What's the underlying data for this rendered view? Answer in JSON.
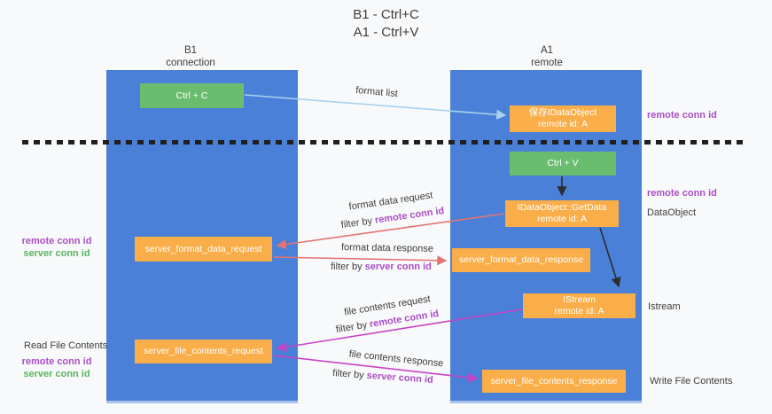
{
  "title": {
    "line1": "B1 - Ctrl+C",
    "line2": "A1 - Ctrl+V"
  },
  "lanes": {
    "left": {
      "name": "B1",
      "sub": "connection"
    },
    "right": {
      "name": "A1",
      "sub": "remote"
    }
  },
  "nodes": {
    "ctrl_c": "Ctrl + C",
    "ctrl_v": "Ctrl + V",
    "save_dataobject": {
      "line1": "保存IDataObject",
      "line2": "remote id: A"
    },
    "getdata": {
      "line1": "IDataObject::GetData",
      "line2": "remote id: A"
    },
    "istream": {
      "line1": "IStream",
      "line2": "remote id: A"
    },
    "server_format_data_request": "server_format_data_request",
    "server_format_data_response": "server_format_data_response",
    "server_file_contents_request": "server_file_contents_request",
    "server_file_contents_response": "server_file_contents_response"
  },
  "side_labels": {
    "right_remote_conn_id_top": "remote conn id",
    "right_remote_conn_id_mid": "remote conn id",
    "right_dataobject": "DataObject",
    "right_istream": "Istream",
    "right_write_file": "Write File Contents",
    "left_remote_conn_id_mid": "remote conn id",
    "left_server_conn_id_mid": "server conn id",
    "left_read_file": "Read File Contents",
    "left_remote_conn_id_bottom": "remote conn id",
    "left_server_conn_id_bottom": "server conn id"
  },
  "arrow_labels": {
    "format_list": "format list",
    "format_data_request": "format data request",
    "format_data_response": "format data response",
    "file_contents_request": "file contents request",
    "file_contents_response": "file contents response",
    "filter_by": "filter by",
    "filter_remote_conn_id": "remote conn id",
    "filter_server_conn_id": "server conn id"
  },
  "colors": {
    "background": "#f8f9fa",
    "lane_blue": "#4a80d8",
    "box_orange": "#f9ae49",
    "box_green": "#6abd6e",
    "label_purple": "#ab4ec4",
    "label_green": "#58b55c",
    "arrow_red": "#e57373",
    "arrow_magenta": "#c643c6",
    "arrow_light_blue": "#a8d2f0",
    "arrow_black": "#2d2d2d",
    "divider_black": "#1f1f1f"
  }
}
